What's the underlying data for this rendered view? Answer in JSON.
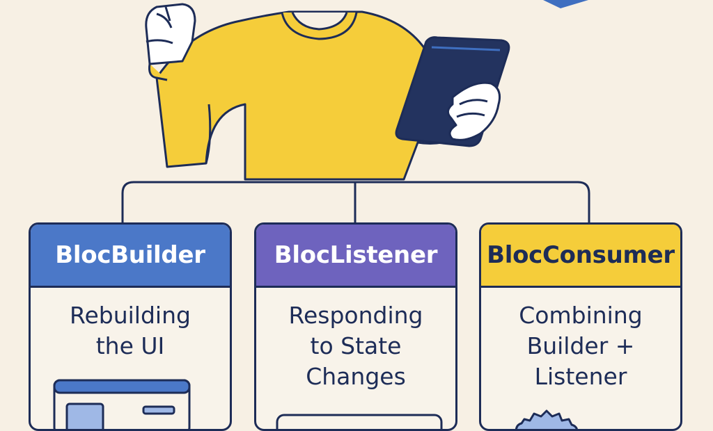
{
  "cards": [
    {
      "title": "BlocBuilder",
      "description": "Rebuilding\nthe UI",
      "header_color": "#4b78c8"
    },
    {
      "title": "BlocListener",
      "description": "Responding\nto State\nChanges",
      "header_color": "#6e63be"
    },
    {
      "title": "BlocConsumer",
      "description": "Combining\nBuilder +\nListener",
      "header_color": "#f5cd3a"
    }
  ],
  "colors": {
    "background": "#f7f0e4",
    "outline": "#1d2c57",
    "sweater": "#f5cd3a",
    "tablet": "#23335f"
  },
  "icons": [
    "person-illustration",
    "tablet-icon",
    "window-icon",
    "phone-icon",
    "gear-icon"
  ]
}
